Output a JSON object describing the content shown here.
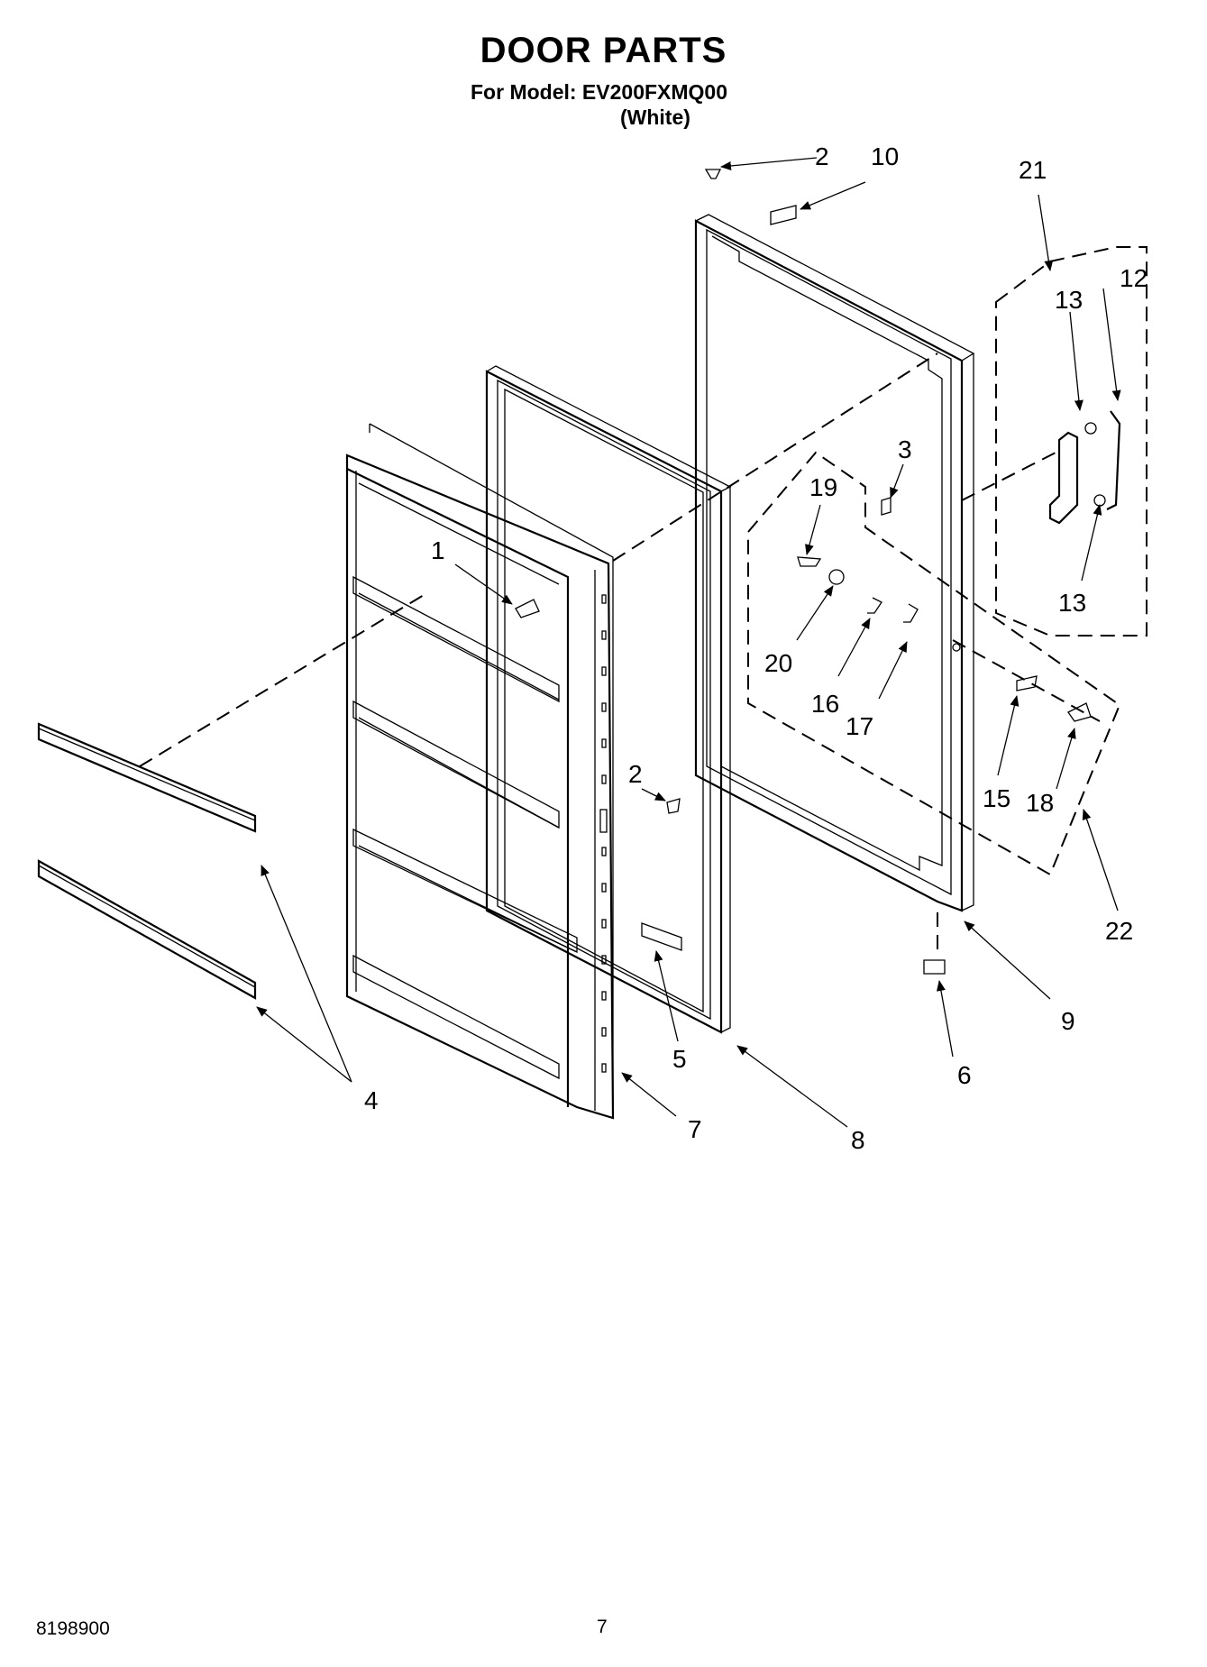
{
  "header": {
    "title": "DOOR PARTS",
    "model_line": "For Model: EV200FXMQ00",
    "variant": "(White)"
  },
  "callouts": [
    "1",
    "2",
    "2",
    "3",
    "4",
    "5",
    "6",
    "7",
    "8",
    "9",
    "10",
    "12",
    "13",
    "13",
    "15",
    "16",
    "17",
    "18",
    "19",
    "20",
    "21",
    "22"
  ],
  "footer": {
    "doc_number": "8198900",
    "page_number": "7"
  }
}
